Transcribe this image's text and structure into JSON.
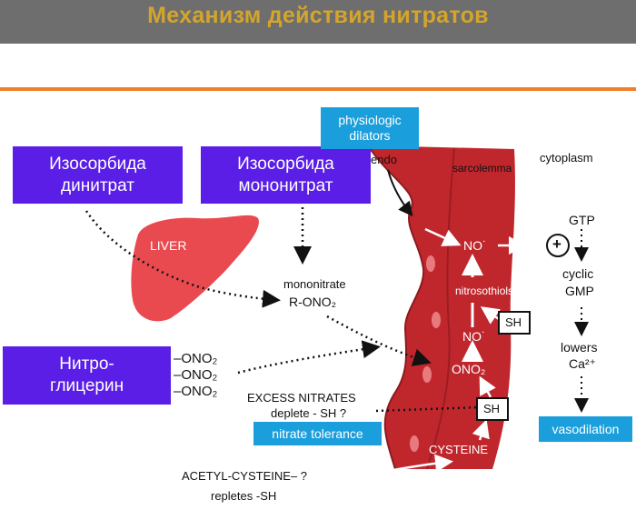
{
  "header": {
    "title": "Механизм действия нитратов"
  },
  "drugs": {
    "isosorbide_dinitrate": "Изосорбида динитрат",
    "isosorbide_mononitrate": "Изосорбида мононитрат",
    "nitroglycerin": "Нитро-\nглицерин"
  },
  "tags": {
    "physiologic_dilators": "physiologic dilators",
    "nitrate_tolerance": "nitrate tolerance",
    "vasodilation": "vasodilation"
  },
  "labels": {
    "liver": "LIVER",
    "mononitrate": "mononitrate",
    "r_ono2": "R-ONO₂",
    "ono2_1": "–ONO₂",
    "ono2_2": "–ONO₂",
    "ono2_3": "–ONO₂",
    "excess_nitrates": "EXCESS NITRATES",
    "deplete_sh": "deplete - SH ?",
    "acetyl_cysteine": "ACETYL-CYSTEINE– ?",
    "repletes_sh": "repletes -SH",
    "endo": "endo",
    "sarcolemma": "sarcolemma",
    "no_top": "NO˙",
    "nitrosothiols": "nitrosothiols",
    "sh_1": "SH",
    "no_mid": "NO˙",
    "ono2_cell": "ONO₂",
    "sh_2": "SH",
    "cysteine": "CYSTEINE",
    "cytoplasm": "cytoplasm",
    "gtp": "GTP",
    "plus": "+",
    "cyclic": "cyclic",
    "gmp": "GMP",
    "lowers": "lowers",
    "ca": "Ca²⁺"
  },
  "colors": {
    "header_bg": "#6e6e6e",
    "header_text": "#d4a52c",
    "accent_line": "#ef7f2a",
    "drug_box": "#5a1ee6",
    "tag_box": "#1a9fdc",
    "vessel": "#c0272d",
    "liver": "#e84a4f"
  }
}
